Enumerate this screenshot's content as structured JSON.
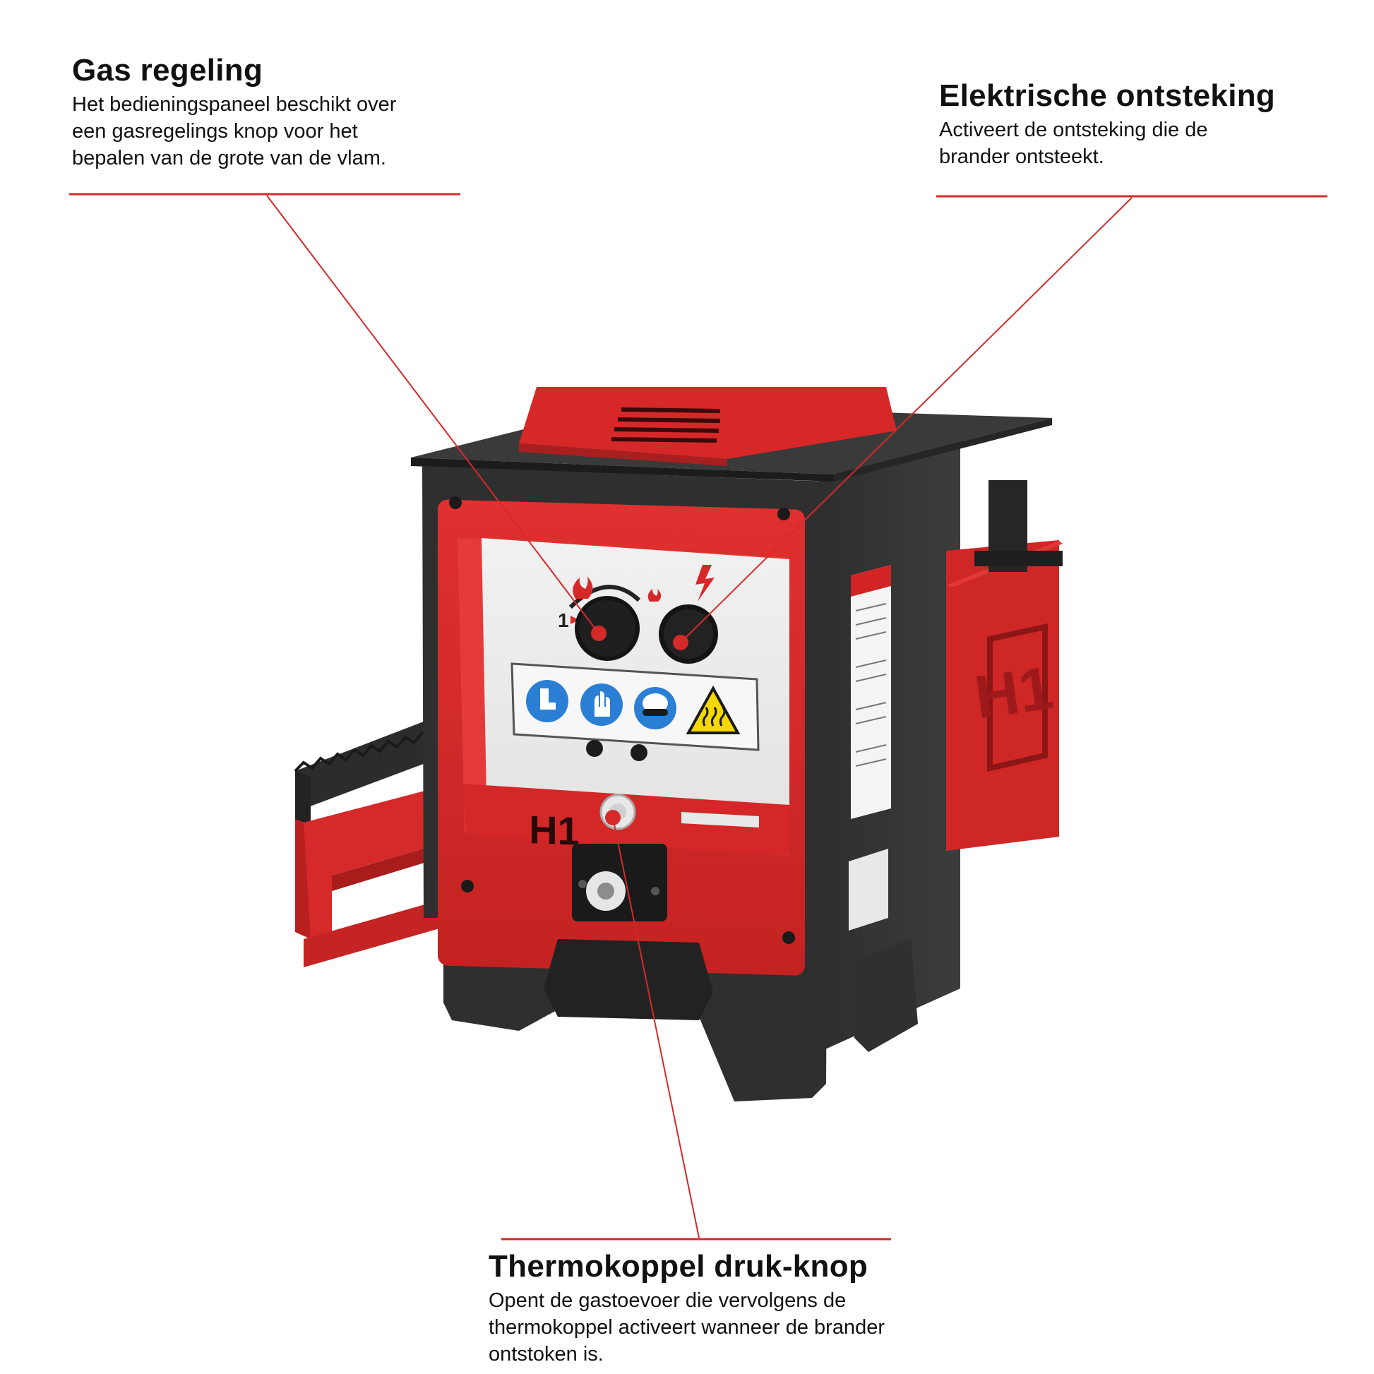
{
  "callouts": {
    "gas": {
      "title": "Gas regeling",
      "lines": [
        "Het bedieningspaneel beschikt over",
        "een gasregelings knop voor het",
        "bepalen van de grote van de vlam."
      ]
    },
    "elek": {
      "title": "Elektrische ontsteking",
      "lines": [
        "Activeert de ontsteking die de",
        "brander ontsteekt."
      ]
    },
    "thermo": {
      "title": "Thermokoppel druk-knop",
      "lines": [
        "Opent de gastoevoer die vervolgens de",
        "thermokoppel activeert wanneer de brander",
        "ontstoken is."
      ]
    }
  },
  "panel": {
    "knob_label": "1",
    "brand": "H1"
  },
  "colors": {
    "accent": "#d42a2a",
    "machine_red": "#d92b2b",
    "machine_dark": "#2b2b2b",
    "panel_grey": "#ececec",
    "safety_blue": "#2a7fd4",
    "warning_yellow": "#f5d800"
  },
  "icons": [
    "flame-icon",
    "lightning-icon",
    "boots-icon",
    "gloves-icon",
    "goggles-icon",
    "hot-surface-warning-icon"
  ]
}
